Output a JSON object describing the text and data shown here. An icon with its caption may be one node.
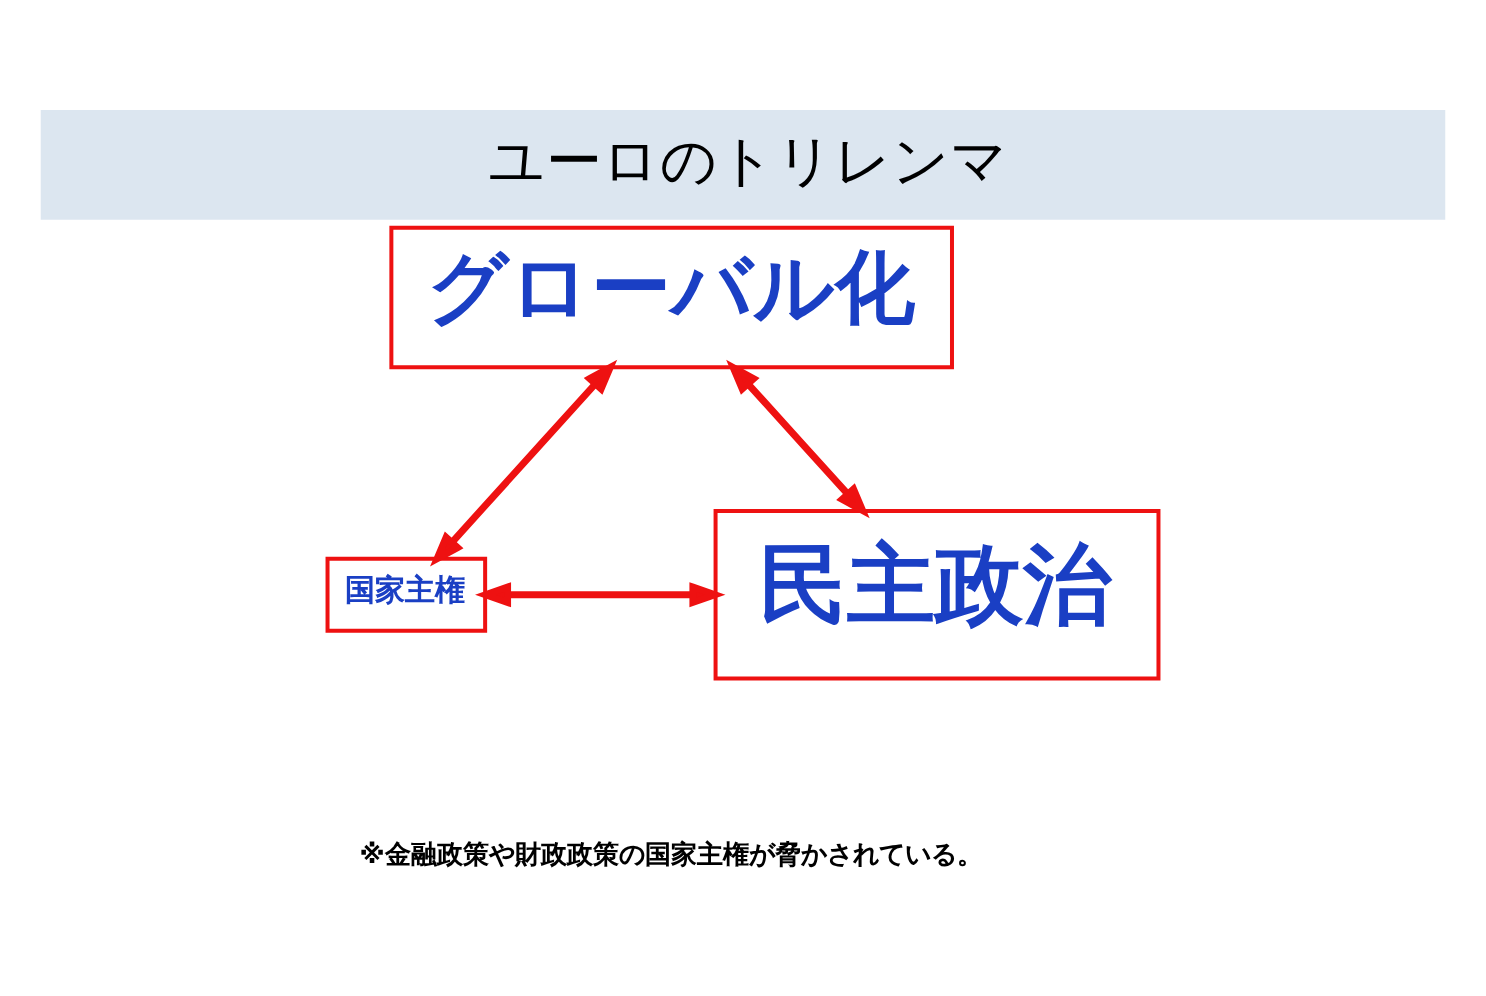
{
  "diagram": {
    "title": "ユーロのトリレンマ",
    "nodes": [
      {
        "text": [
          "グローバル化"
        ]
      },
      {
        "text": [
          "国家主権"
        ]
      },
      {
        "text": [
          "民主政治"
        ]
      }
    ],
    "edges": [
      {
        "from": 0,
        "to": 1,
        "arrow": "both"
      },
      {
        "from": 0,
        "to": 2,
        "arrow": "both"
      },
      {
        "from": 1,
        "to": 2,
        "arrow": "both"
      }
    ],
    "labels": [
      "※金融政策や財政政策の国家主権が脅かされている。"
    ]
  }
}
